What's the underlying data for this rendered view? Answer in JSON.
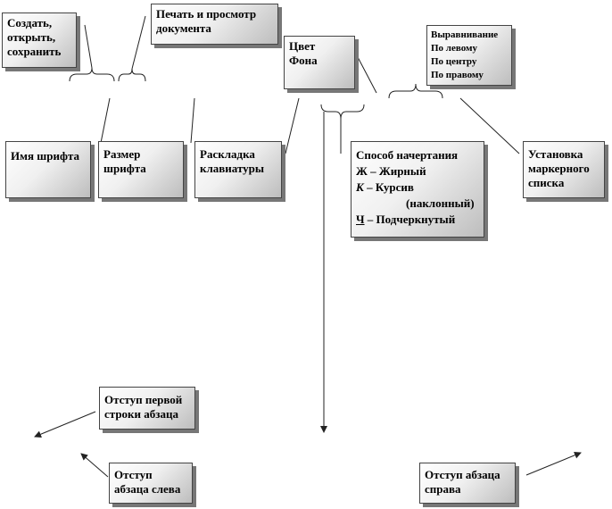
{
  "labels": {
    "create_open_save": [
      "Создать,",
      "открыть,",
      "сохранить"
    ],
    "print_preview": [
      "Печать и просмотр",
      "документа"
    ],
    "bg_color": [
      "Цвет",
      "Фона"
    ],
    "alignment": [
      "Выравнивание",
      "По левому",
      "По центру",
      "По правому"
    ],
    "font_name": [
      "Имя шрифта"
    ],
    "font_size": [
      "Размер",
      "шрифта"
    ],
    "keyboard_layout": [
      "Раскладка",
      "клавиатуры"
    ],
    "font_style": {
      "title": "Способ начертания",
      "bold_key": "Ж",
      "bold_text": " – Жирный",
      "italic_key": "К",
      "italic_text": " – Курсив",
      "italic_note": "(наклонный)",
      "underline_key": "Ч",
      "underline_text": " – Подчеркнутый"
    },
    "bullet_list": [
      "Установка",
      "маркерного",
      "списка"
    ],
    "first_line_indent": [
      "Отступ первой",
      "строки абзаца"
    ],
    "left_indent": [
      "Отступ",
      "абзаца слева"
    ],
    "right_indent": [
      "Отступ абзаца",
      "справа"
    ]
  },
  "colors": {
    "line": "#222222",
    "box_border": "#444444",
    "shadow": "#777777"
  }
}
